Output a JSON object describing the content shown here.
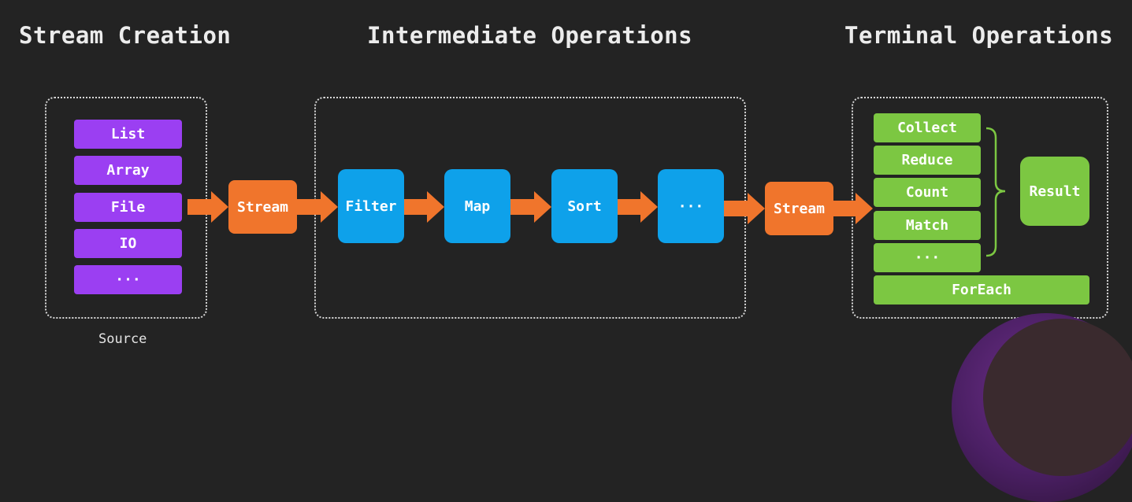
{
  "headings": {
    "creation": "Stream Creation",
    "intermediate": "Intermediate Operations",
    "terminal": "Terminal Operations"
  },
  "sources": [
    "List",
    "Array",
    "File",
    "IO",
    "···"
  ],
  "source_label": "Source",
  "stream_label": "Stream",
  "operations": [
    "Filter",
    "Map",
    "Sort",
    "···"
  ],
  "terminal_ops": [
    "Collect",
    "Reduce",
    "Count",
    "Match",
    "···"
  ],
  "foreach_label": "ForEach",
  "result_label": "Result",
  "colors": {
    "background": "#232323",
    "source": "#9b3ff2",
    "stream": "#f0752c",
    "operation": "#0ea1ea",
    "terminal": "#7cc742"
  }
}
